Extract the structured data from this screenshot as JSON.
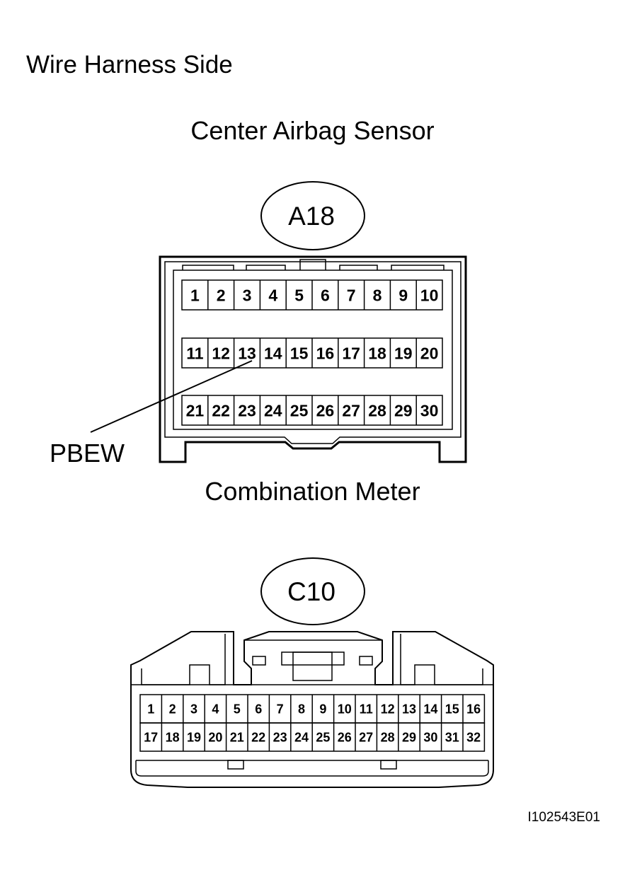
{
  "header": {
    "side_label": "Wire Harness Side",
    "figure_id": "I102543E01"
  },
  "connector_a": {
    "component": "Center Airbag Sensor",
    "code": "A18",
    "pins": [
      [
        "1",
        "2",
        "3",
        "4",
        "5",
        "6",
        "7",
        "8",
        "9",
        "10"
      ],
      [
        "11",
        "12",
        "13",
        "14",
        "15",
        "16",
        "17",
        "18",
        "19",
        "20"
      ],
      [
        "21",
        "22",
        "23",
        "24",
        "25",
        "26",
        "27",
        "28",
        "29",
        "30"
      ]
    ],
    "callout": {
      "pin": "13",
      "label": "PBEW"
    }
  },
  "connector_b": {
    "component": "Combination Meter",
    "code": "C10",
    "pins": [
      [
        "1",
        "2",
        "3",
        "4",
        "5",
        "6",
        "7",
        "8",
        "9",
        "10",
        "11",
        "12",
        "13",
        "14",
        "15",
        "16"
      ],
      [
        "17",
        "18",
        "19",
        "20",
        "21",
        "22",
        "23",
        "24",
        "25",
        "26",
        "27",
        "28",
        "29",
        "30",
        "31",
        "32"
      ]
    ]
  },
  "colors": {
    "line": "#000000",
    "background": "#ffffff"
  }
}
